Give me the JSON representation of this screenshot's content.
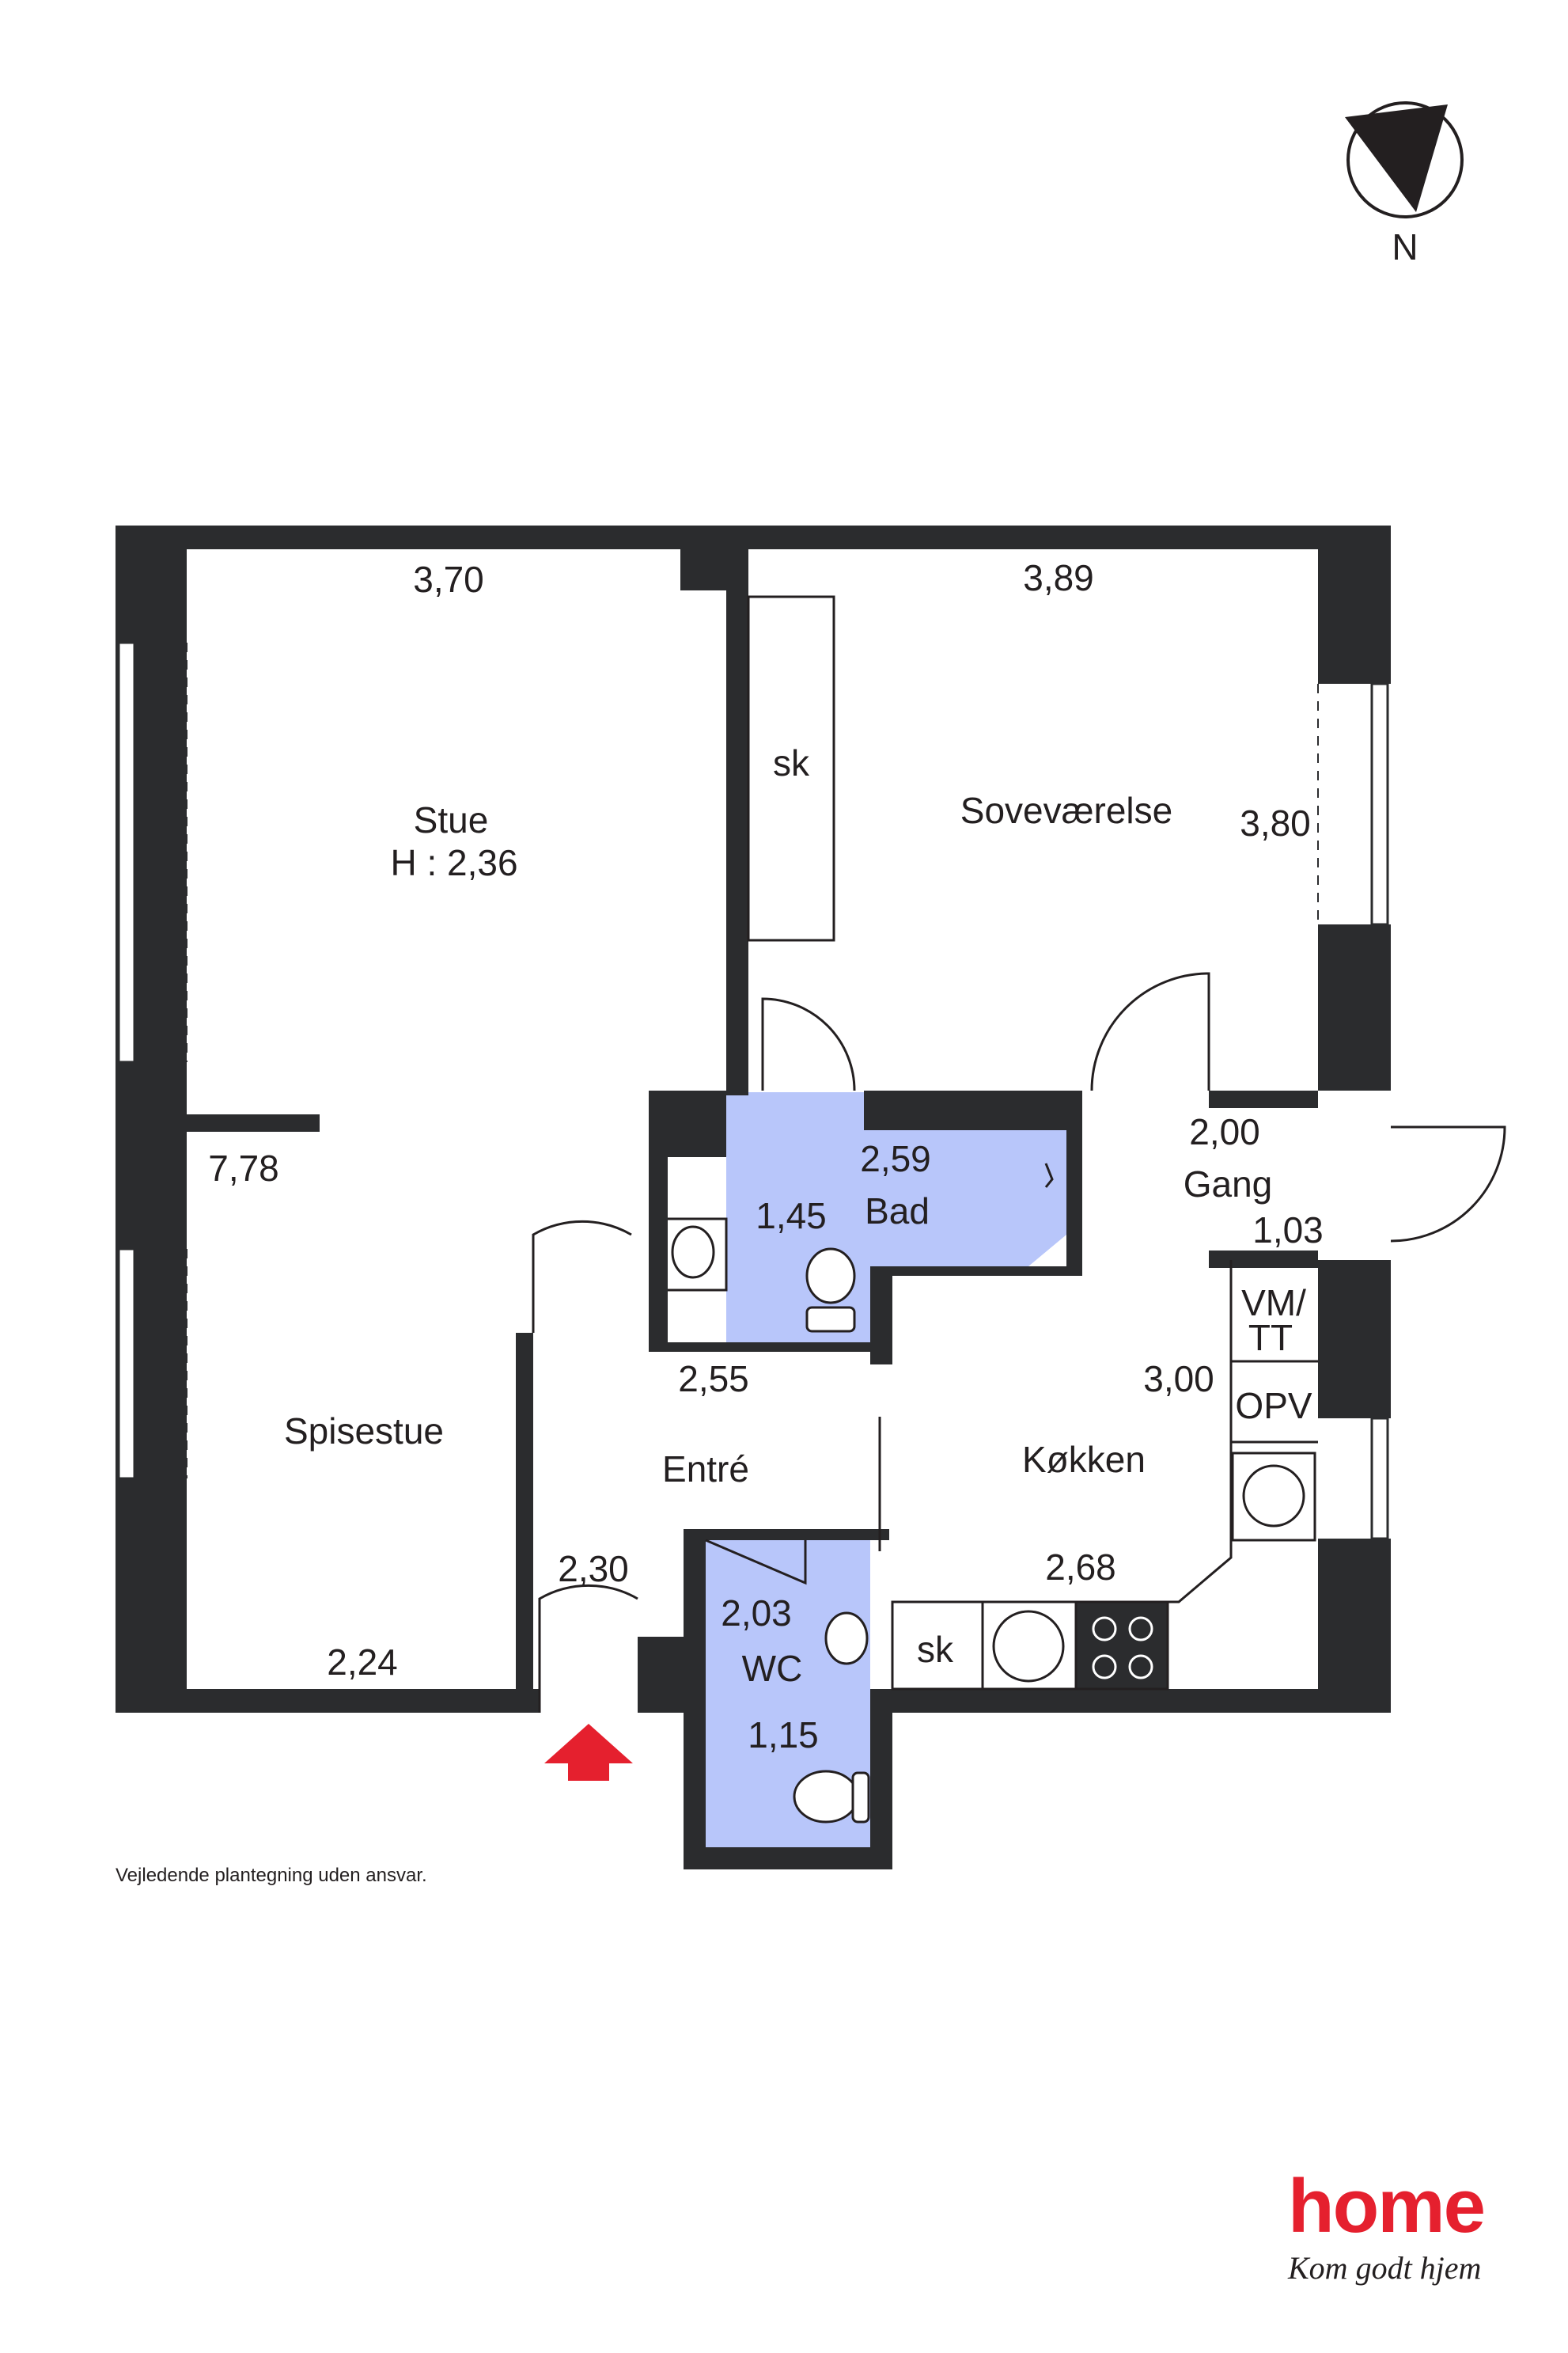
{
  "compass": {
    "north_label": "N"
  },
  "rooms": {
    "stue": {
      "name": "Stue",
      "height_note": "H : 2,36",
      "width": "3,70"
    },
    "sovevaerelse": {
      "name": "Soveværelse",
      "width": "3,89",
      "depth": "3,80"
    },
    "spisestue": {
      "name": "Spisestue",
      "depth": "7,78",
      "width": "2,24"
    },
    "bad": {
      "name": "Bad",
      "width": "2,59",
      "depth": "1,45"
    },
    "gang": {
      "name": "Gang",
      "width": "2,00",
      "depth": "1,03"
    },
    "entre": {
      "name": "Entré",
      "width": "2,55",
      "depth": "2,30"
    },
    "kokken": {
      "name": "Køkken",
      "depth": "3,00",
      "width": "2,68"
    },
    "wc": {
      "name": "WC",
      "width": "2,03",
      "depth": "1,15"
    }
  },
  "fixtures": {
    "wardrobe_bedroom": "sk",
    "wardrobe_kitchen": "sk",
    "vm_tt_line1": "VM/",
    "vm_tt_line2": "TT",
    "opv": "OPV"
  },
  "disclaimer": "Vejledende plantegning uden ansvar.",
  "brand": {
    "name": "home",
    "tagline": "Kom godt hjem"
  },
  "colors": {
    "wall": "#2b2c2e",
    "wet_room": "#b8c6fa",
    "entrance_arrow": "#e5202e",
    "brand": "#e5202e"
  }
}
